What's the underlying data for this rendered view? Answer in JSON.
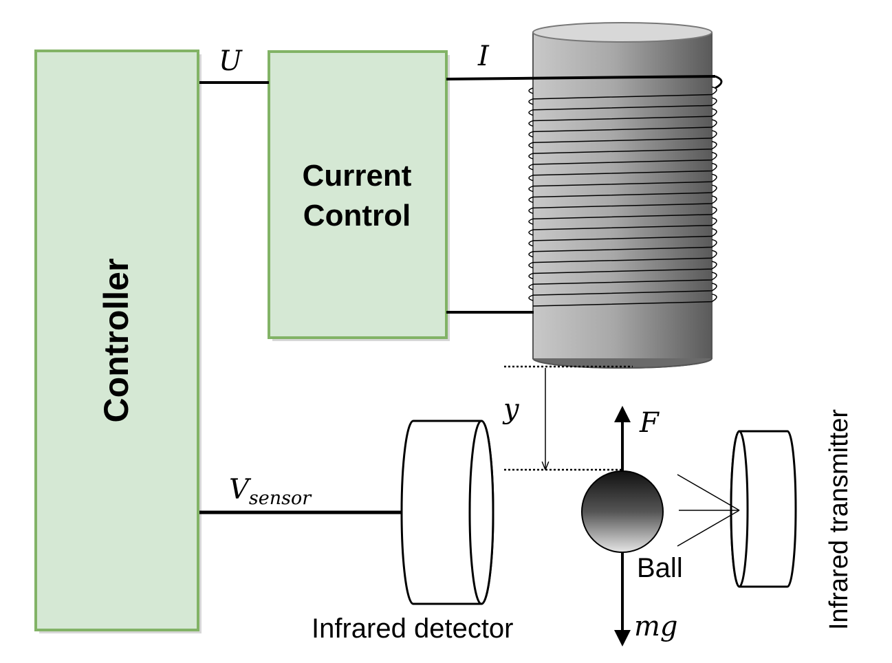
{
  "blocks": {
    "controller": "Controller",
    "current_control_line1": "Current",
    "current_control_line2": "Control"
  },
  "signals": {
    "voltage": "U",
    "current": "I",
    "sensor_main": "V",
    "sensor_sub": "sensor",
    "distance": "y",
    "force": "F",
    "gravity": "mg"
  },
  "components": {
    "ball": "Ball",
    "detector": "Infrared detector",
    "transmitter": "Infrared transmitter"
  },
  "colors": {
    "block_fill": "#d5e8d4",
    "block_stroke": "#82b366",
    "line": "#000000"
  }
}
